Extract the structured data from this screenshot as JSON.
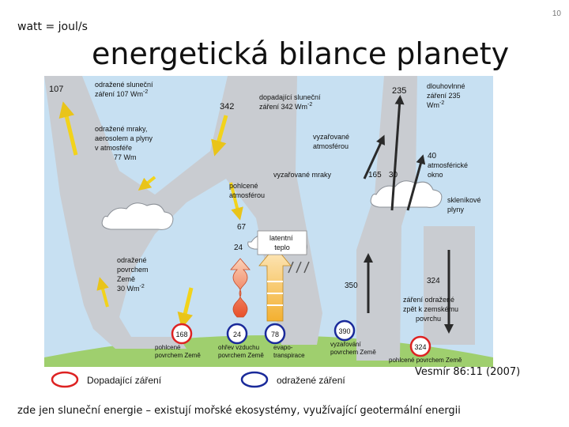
{
  "slide": {
    "number": "10",
    "unit_note": "watt = joul/s",
    "title": "energetická bilance planety",
    "source": "Vesmír 86:11 (2007)",
    "footer": "zde jen sluneční energie – existují mořské ekosystémy, využívající geotermální energii"
  },
  "diagram": {
    "top_values": {
      "reflected_solar": "107",
      "incoming_solar": "342",
      "outgoing_longwave": "235"
    },
    "labels": {
      "reflected_solar": [
        "odražené sluneční",
        "záření 107 Wm",
        "-2"
      ],
      "incoming_solar": [
        "dopadající sluneční",
        "záření 342 Wm",
        "-2"
      ],
      "outgoing_longwave": [
        "dlouhovlnné",
        "záření 235",
        "Wm",
        "-2"
      ],
      "reflected_clouds": [
        "odražené mraky,",
        "aerosolem a plyny",
        "v atmosféře",
        "77 Wm"
      ],
      "emitted_atmosphere": [
        "vyzařované",
        "atmosférou"
      ],
      "emitted_clouds": "vyzařované mraky",
      "window": [
        "atmosférické",
        "okno"
      ],
      "greenhouse": [
        "skleníkové",
        "plyny"
      ],
      "absorbed_atmosphere": [
        "pohlcené",
        "atmosférou"
      ],
      "latent_heat": [
        "latentní",
        "teplo"
      ],
      "reflected_surface": [
        "odražené",
        "povrchem",
        "Země",
        "30 Wm",
        "-2"
      ],
      "back_radiation": [
        "záření odražené",
        "zpět k zemskému",
        "povrchu"
      ],
      "absorbed_surface": [
        "pohlcené",
        "povrchem Země"
      ],
      "thermals": [
        "ohřev vzduchu",
        "povrchem Země"
      ],
      "evapotranspiration": [
        "evapo-",
        "transpirace"
      ],
      "surface_emission": [
        "vyzařování",
        "povrchem Země"
      ],
      "absorbed_surface_right": [
        "pohlcené povrchem Země"
      ]
    },
    "values": {
      "v342": "342",
      "v40": "40",
      "v165": "165",
      "v30": "30",
      "v67": "67",
      "v24": "24",
      "v350": "350",
      "v324": "324"
    },
    "circles": [
      {
        "value": "168",
        "color": "#dd2222"
      },
      {
        "value": "24",
        "color": "#1a2a9a"
      },
      {
        "value": "78",
        "color": "#1a2a9a"
      },
      {
        "value": "390",
        "color": "#1a2a9a"
      },
      {
        "value": "324",
        "color": "#dd2222"
      }
    ],
    "legend": {
      "incoming": {
        "label": "Dopadající záření",
        "color": "#dd2222"
      },
      "reflected": {
        "label": "odražené záření",
        "color": "#1a2a9a"
      }
    },
    "colors": {
      "sky": "#c7e0f2",
      "band": "#c9ccd1",
      "ground": "#9fcf6e",
      "arrow_yellow": "#f2d31b",
      "arrow_dark": "#2a2a2a"
    }
  }
}
